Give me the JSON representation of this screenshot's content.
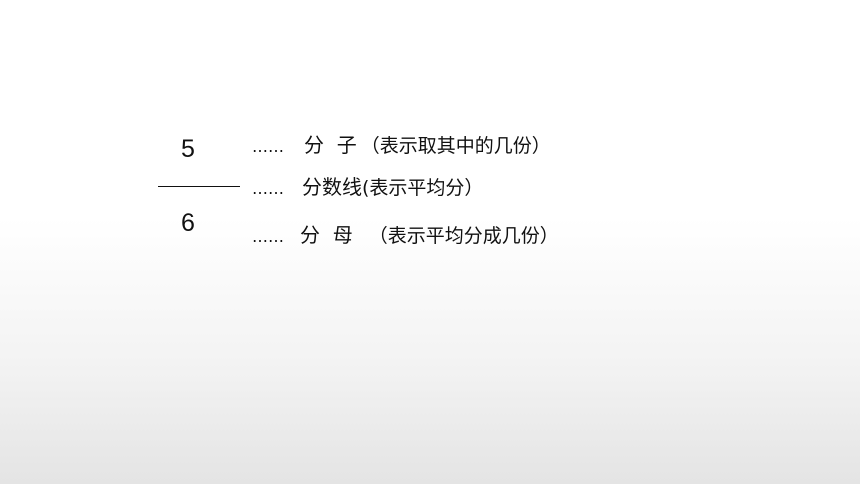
{
  "fraction": {
    "numerator": "5",
    "denominator": "6"
  },
  "annotations": {
    "numerator": {
      "dots": "……",
      "term": "分  子",
      "note": "（表示取其中的几份）"
    },
    "fraction_line": {
      "dots": "……",
      "term": "分数线",
      "note": "(表示平均分）"
    },
    "denominator": {
      "dots": "……",
      "term": "分  母",
      "note": " （表示平均分成几份）"
    }
  }
}
